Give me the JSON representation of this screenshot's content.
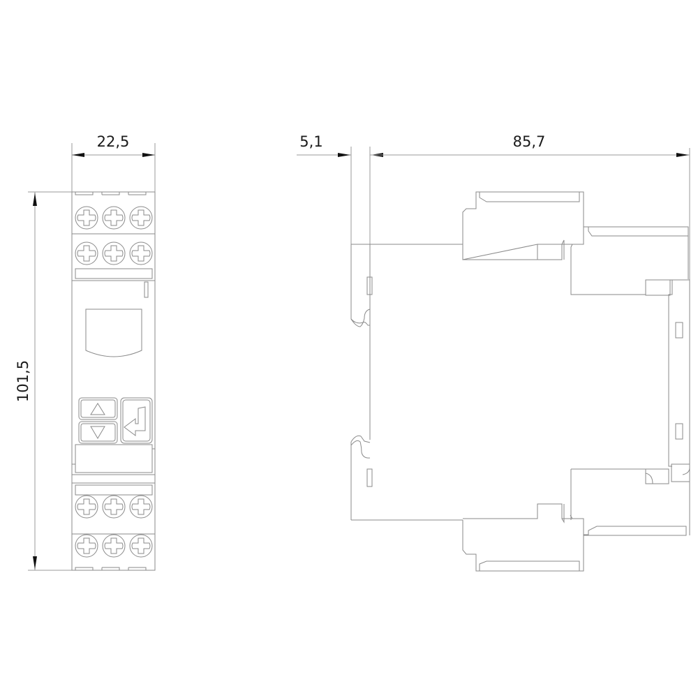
{
  "drawing": {
    "title": "Relay module dimension drawing",
    "units": "mm",
    "colors": {
      "line": "#8a8a8a",
      "text": "#1a1a1a",
      "arrow": "#111111",
      "background": "#ffffff"
    },
    "front_view": {
      "width_label": "22,5",
      "height_label": "101,5",
      "terminal_rows_top": 2,
      "terminal_rows_bottom": 2,
      "terminals_per_row": 3,
      "buttons": [
        {
          "name": "up",
          "glyph": "△"
        },
        {
          "name": "down",
          "glyph": "▽"
        },
        {
          "name": "enter",
          "glyph": "↵"
        }
      ]
    },
    "side_view": {
      "offset_label": "5,1",
      "depth_label": "85,7"
    }
  }
}
